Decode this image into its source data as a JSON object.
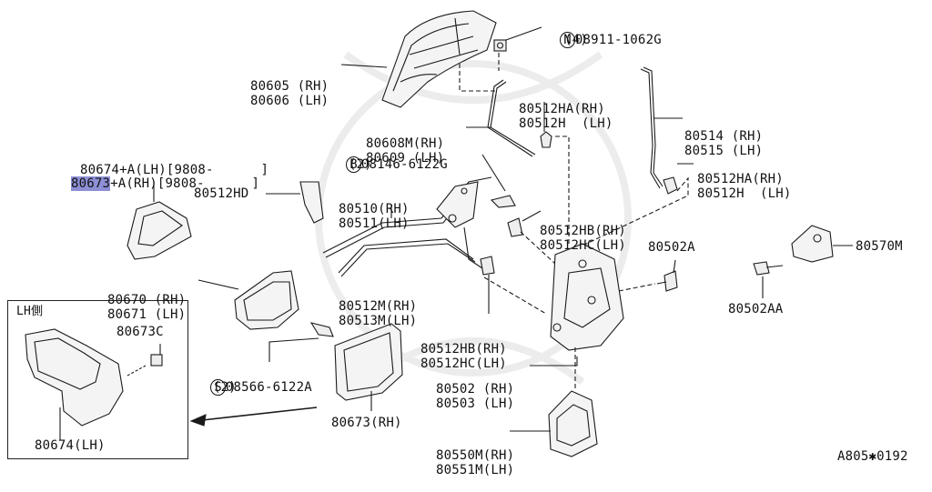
{
  "diagram": {
    "code": "A805✱0192",
    "labels": {
      "handle_out": [
        "80605 (RH)",
        "80606 (LH)"
      ],
      "nut_note": "N",
      "nut": "08911-1062G",
      "nut_qty": "(4)",
      "rod_608": [
        "80608M(RH)",
        "80609 (LH)"
      ],
      "clip_512ha_top": [
        "80512HA(RH)",
        "80512H  (LH)"
      ],
      "rod_514": [
        "80514 (RH)",
        "80515 (LH)"
      ],
      "clip_512ha_right": [
        "80512HA(RH)",
        "80512H  (LH)"
      ],
      "escutcheon_hl": "80673",
      "escutcheon_1_rest": "+A(RH)[9808-      ]",
      "escutcheon_2": "80674+A(LH)[9808-      ]",
      "clip_512hd": "80512HD",
      "bolt_note": "B",
      "bolt": "08146-6122G",
      "bolt_qty": "(2)",
      "rod_510": [
        "80510(RH)",
        "80511(LH)"
      ],
      "clip_512hb_mid": [
        "80512HB(RH)",
        "80512HC(LH)"
      ],
      "striker_screw": "80502A",
      "striker": "80570M",
      "striker_screw2": "80502AA",
      "handle_in": [
        "80670 (RH)",
        "80671 (LH)"
      ],
      "rod_512m": [
        "80512M(RH)",
        "80513M(LH)"
      ],
      "clip_512hb_low": [
        "80512HB(RH)",
        "80512HC(LH)"
      ],
      "lock": [
        "80502 (RH)",
        "80503 (LH)"
      ],
      "screw_note": "S",
      "screw": "08566-6122A",
      "screw_qty": "(2)",
      "escutcheon_rh": "80673(RH)",
      "actuator": [
        "80550M(RH)",
        "80551M(LH)"
      ],
      "inset_title": "LH側",
      "inset_clip": "80673C",
      "inset_escutcheon": "80674(LH)"
    }
  }
}
